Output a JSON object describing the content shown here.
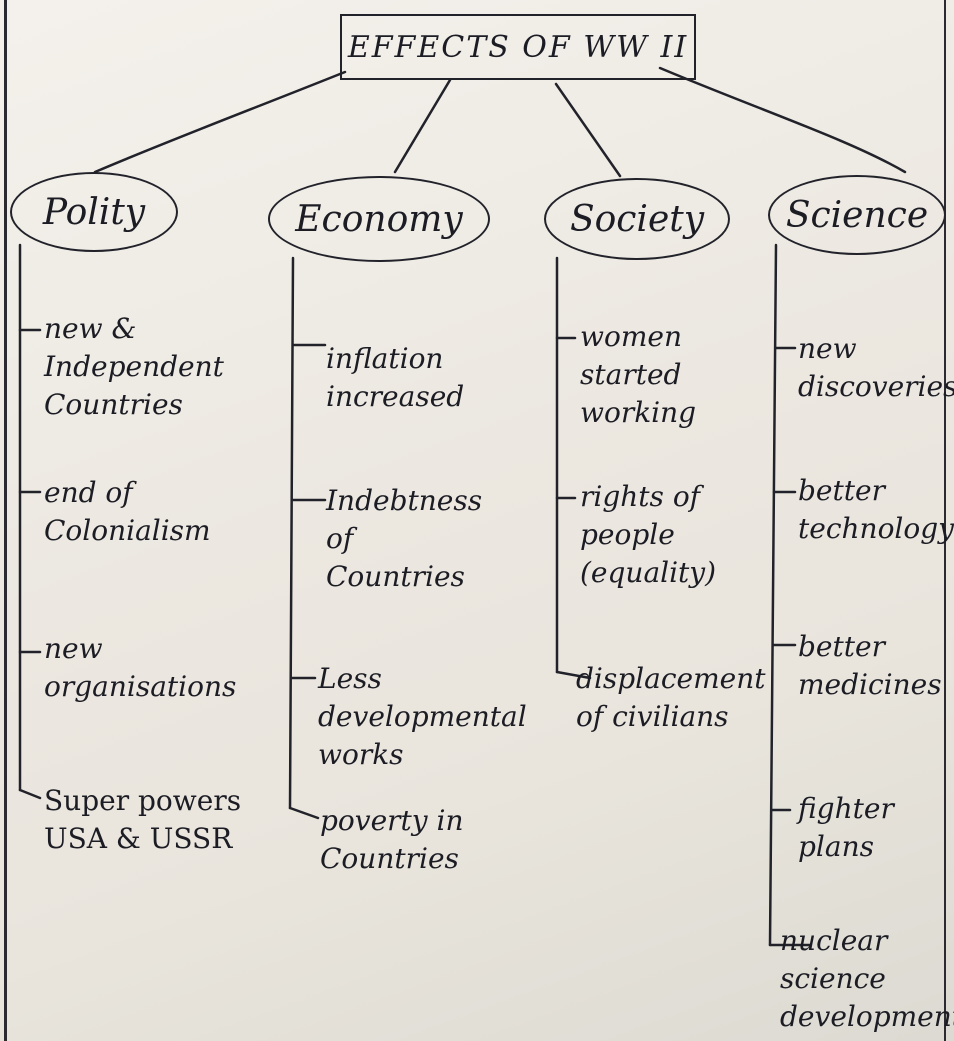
{
  "title": "EFFECTS OF WW II",
  "categories": [
    {
      "name": "Polity",
      "items": [
        "new &\nIndependent\nCountries",
        "end of\nColonialism",
        "new\norganisations",
        "Super powers\nUSA & USSR"
      ]
    },
    {
      "name": "Economy",
      "items": [
        "inflation\nincreased",
        "Indebtness\nof\nCountries",
        "Less\ndevelopmental\nworks",
        "poverty in\nCountries"
      ]
    },
    {
      "name": "Society",
      "items": [
        "women\nstarted\nworking",
        "rights of\npeople\n(equality)",
        "displacement\nof civilians"
      ]
    },
    {
      "name": "Science",
      "items": [
        "new\ndiscoveries",
        "better\ntechnology",
        "better\nmedicines",
        "fighter\nplans",
        "nuclear\nscience\ndevelopment"
      ]
    }
  ]
}
